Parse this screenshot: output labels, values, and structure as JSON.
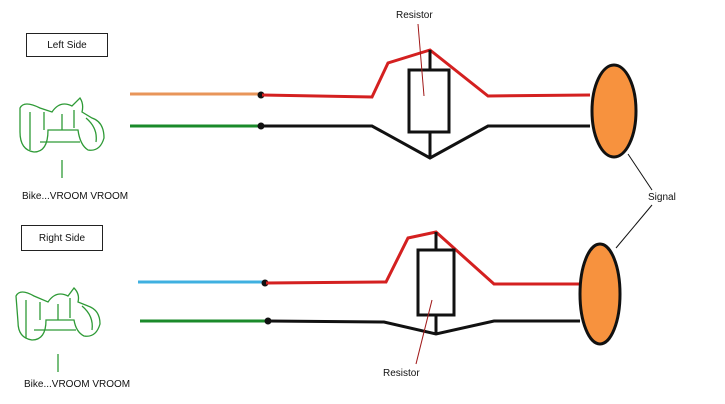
{
  "diagrams": [
    {
      "side_label": "Left Side",
      "bike_label": "Bike...VROOM VROOM",
      "resistor_label": "Resistor",
      "input_wire_color": "#e8955a"
    },
    {
      "side_label": "Right Side",
      "bike_label": "Bike...VROOM VROOM",
      "resistor_label": "Resistor",
      "input_wire_color": "#3fb0e0"
    }
  ],
  "signal_label": "Signal",
  "colors": {
    "red_wire": "#d42020",
    "black_wire": "#111111",
    "green_wire": "#1a8a2a",
    "signal_fill": "#f7923e",
    "bike_sketch": "#2e9a36",
    "annotation_line": "#a01818"
  }
}
